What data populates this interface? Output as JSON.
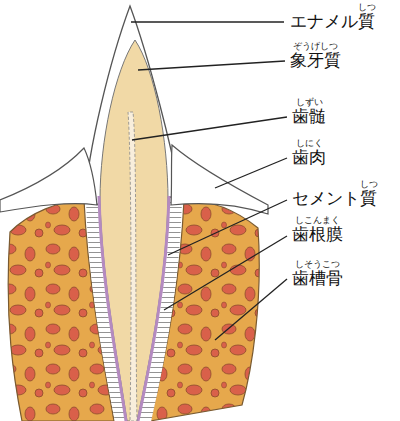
{
  "diagram": {
    "labels": [
      "しつ",
      "エナメル質",
      "ぞうげしつ",
      "象牙質",
      "しずい",
      "歯髄",
      "しにく",
      "歯肉",
      "しつ",
      "セメント質",
      "しこんまく",
      "歯根膜",
      "しそうこつ",
      "歯槽骨"
    ]
  }
}
